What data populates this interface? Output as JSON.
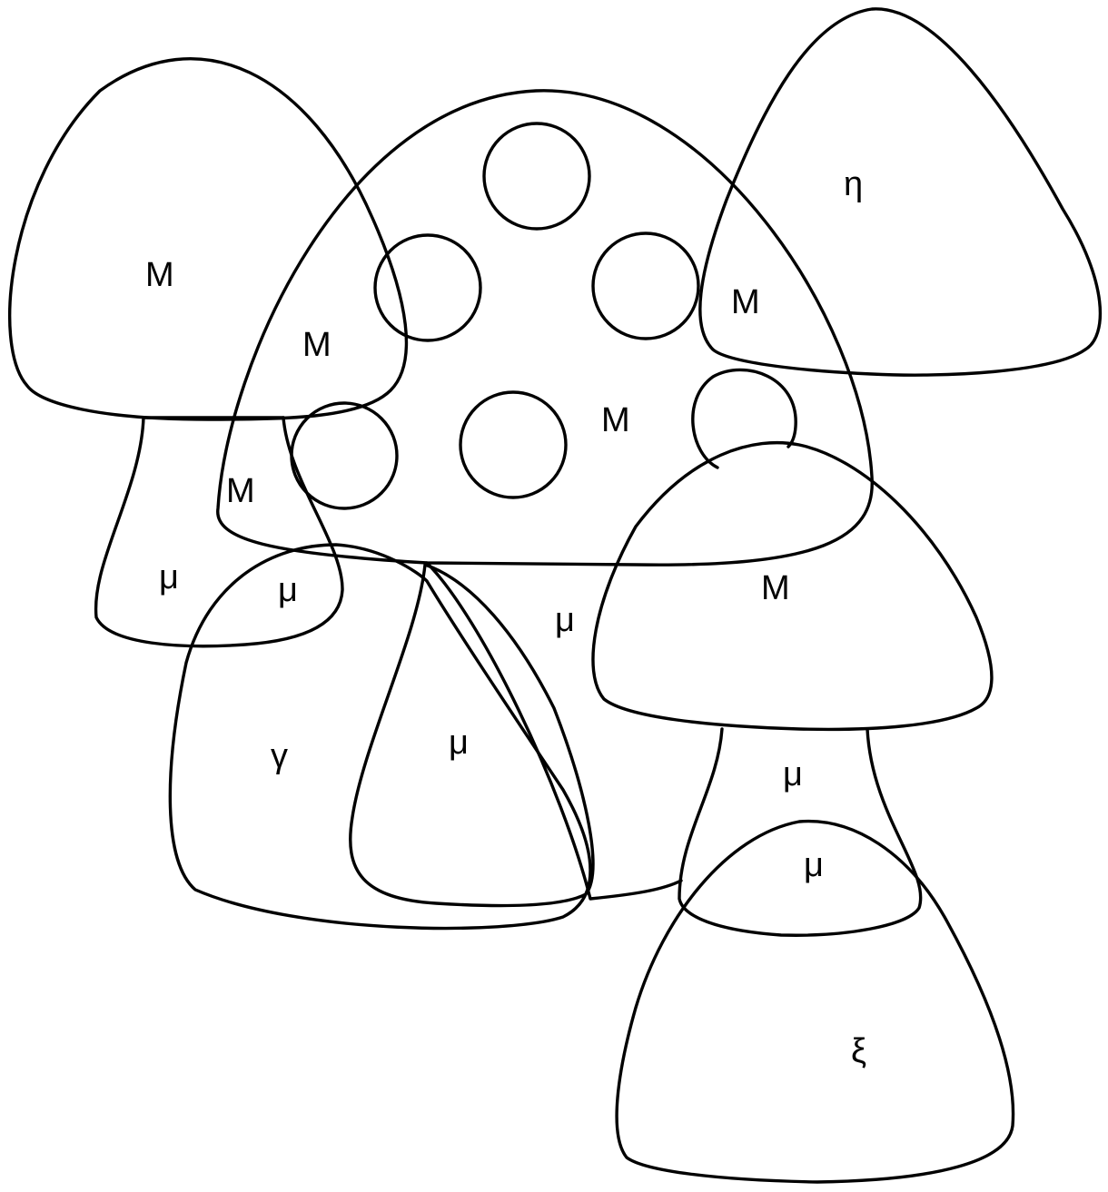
{
  "puzzle": {
    "line_color": "#000000",
    "background": "#ffffff",
    "labels": {
      "left_cap": "M",
      "left_cap_overlap": "M",
      "left_cap_center_overlap": "M",
      "left_stem": "μ",
      "left_stem_overlap": "μ",
      "center_cap": "M",
      "center_stem": "μ",
      "right_cap_overlap": "M",
      "top_right_cone": "η",
      "lower_right_cap": "M",
      "lower_right_stem": "μ",
      "lower_right_stem_overlap": "μ",
      "left_cone": "γ",
      "middle_cone": "μ",
      "bottom_cone": "ξ"
    }
  }
}
